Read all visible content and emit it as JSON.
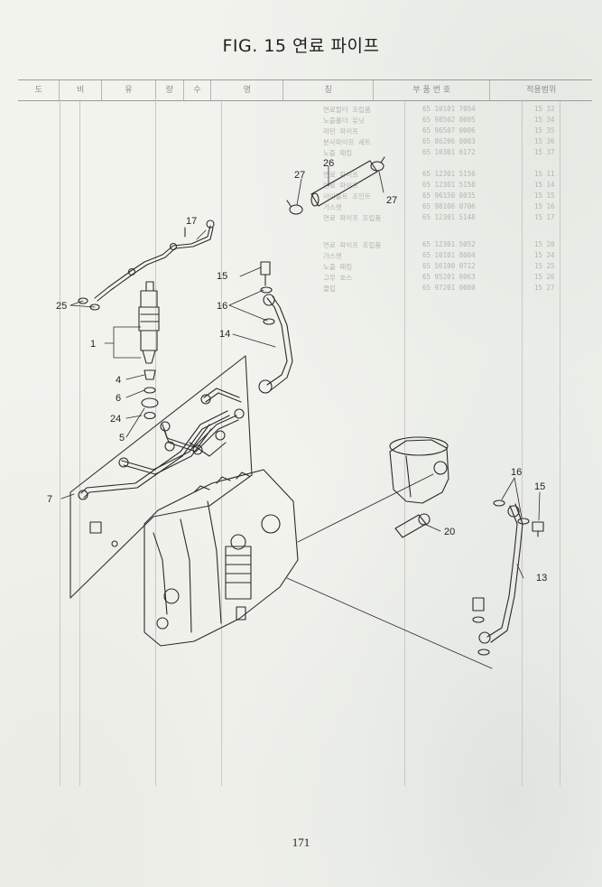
{
  "figure": {
    "title": "FIG. 15 연료 파이프"
  },
  "table": {
    "columns": [
      "도",
      "비",
      "유",
      "량",
      "수",
      "명",
      "칭",
      "부 품 번 호",
      "적용범위"
    ],
    "faint_rows": [
      {
        "part_no": "65 10101 7054",
        "name": "연료필터 조립품",
        "ref": "15 32"
      },
      {
        "part_no": "65 98502 0005",
        "name": "노즐홀더 유닛",
        "ref": "15 34"
      },
      {
        "part_no": "65 96507 0006",
        "name": "리턴 파이프",
        "ref": "15 35"
      },
      {
        "part_no": "65 86206 0003",
        "name": "분사파이프 세트",
        "ref": "15 36"
      },
      {
        "part_no": "65 10301 6172",
        "name": "노즐 패킹",
        "ref": "15 37"
      },
      {
        "part_no": "65 12301 5156",
        "name": "연료 파이프",
        "ref": "15 11"
      },
      {
        "part_no": "65 12301 5158",
        "name": "연료 파이프",
        "ref": "15 14"
      },
      {
        "part_no": "65 96150 0035",
        "name": "아이볼트 조인트",
        "ref": "15 15"
      },
      {
        "part_no": "65 98106 0706",
        "name": "가스켓",
        "ref": "15 16"
      },
      {
        "part_no": "65 12301 5148",
        "name": "연료 파이프 조립품",
        "ref": "15 17"
      },
      {
        "part_no": "65 12301 5052",
        "name": "연료 파이프 조립품",
        "ref": "15 20"
      },
      {
        "part_no": "65 10101 8004",
        "name": "가스켓",
        "ref": "15 24"
      },
      {
        "part_no": "65 56100 0712",
        "name": "노즐 패킹",
        "ref": "15 25"
      },
      {
        "part_no": "65 95201 0063",
        "name": "고무 호스",
        "ref": "15 26"
      },
      {
        "part_no": "65 97201 0080",
        "name": "클립",
        "ref": "15 27"
      }
    ]
  },
  "callouts": {
    "c1": "1",
    "c4": "4",
    "c5": "5",
    "c6": "6",
    "c7": "7",
    "c13": "13",
    "c14": "14",
    "c15a": "15",
    "c15b": "15",
    "c16a": "16",
    "c16b": "16",
    "c17": "17",
    "c20": "20",
    "c24": "24",
    "c25": "25",
    "c26": "26",
    "c27a": "27",
    "c27b": "27"
  },
  "page": {
    "number": "171"
  }
}
